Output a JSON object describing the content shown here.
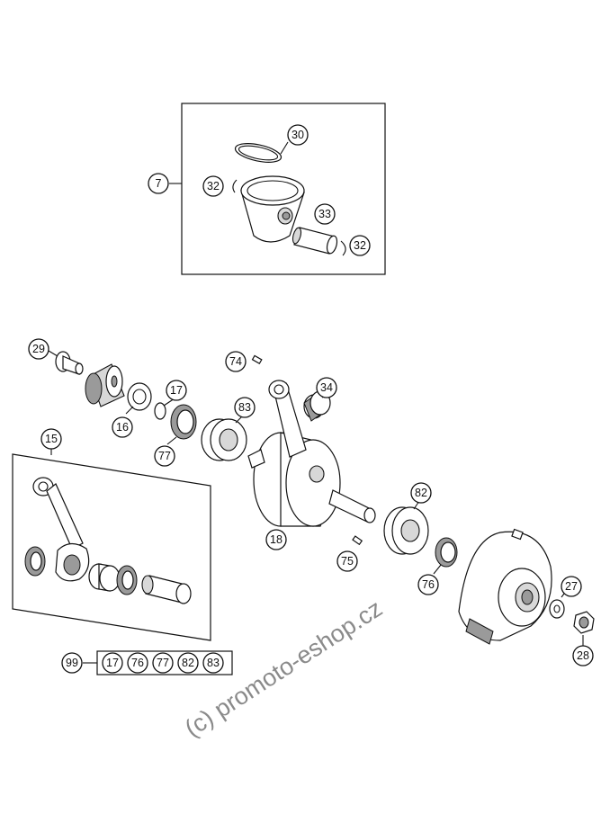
{
  "callouts": {
    "c7": "7",
    "c30": "30",
    "c32a": "32",
    "c33": "33",
    "c32b": "32",
    "c29": "29",
    "c74": "74",
    "c17": "17",
    "c34": "34",
    "c16": "16",
    "c83": "83",
    "c77": "77",
    "c15": "15",
    "c82": "82",
    "c18": "18",
    "c75": "75",
    "c76": "76",
    "c27": "27",
    "c28": "28",
    "c99": "99"
  },
  "kit": [
    "17",
    "76",
    "77",
    "82",
    "83"
  ],
  "watermark": "(c) promoto-eshop.cz"
}
